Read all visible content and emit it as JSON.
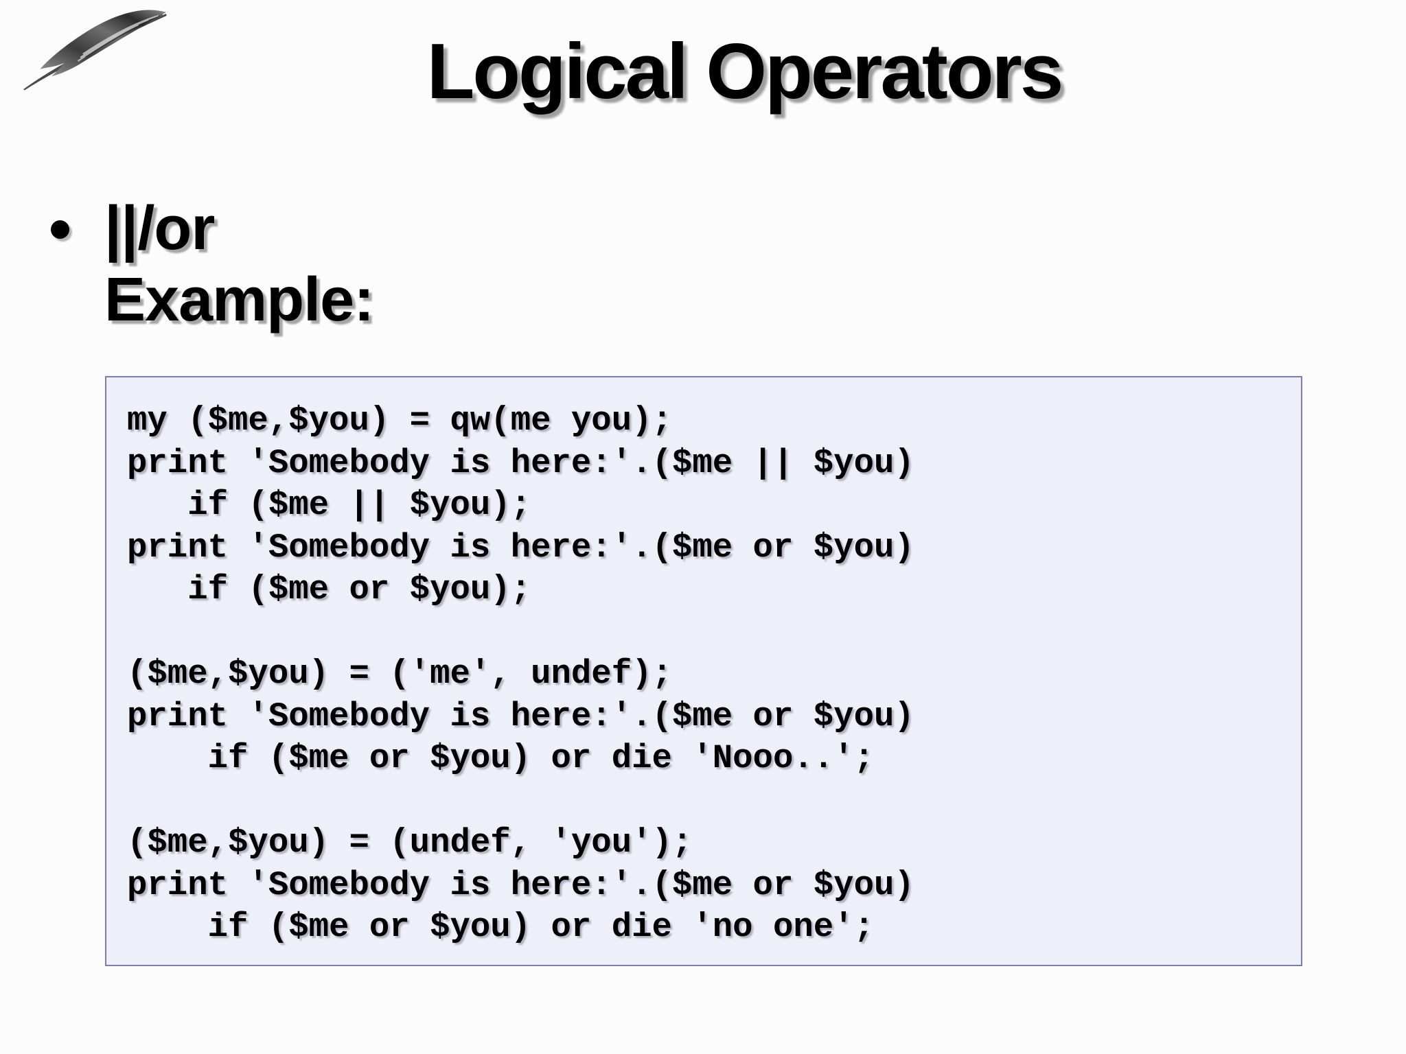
{
  "slide": {
    "title": "Logical Operators",
    "logo_icon": "feather-quill-icon",
    "bullet": {
      "marker": "black-round-bullet",
      "line1": "||/or",
      "line2": "Example:"
    },
    "code": {
      "language": "perl",
      "lines": [
        "my ($me,$you) = qw(me you);",
        "print 'Somebody is here:'.($me || $you)",
        "   if ($me || $you);",
        "print 'Somebody is here:'.($me or $you)",
        "   if ($me or $you);",
        "",
        "($me,$you) = ('me', undef);",
        "print 'Somebody is here:'.($me or $you)",
        "    if ($me or $you) or die 'Nooo..';",
        "",
        "($me,$you) = (undef, 'you');",
        "print 'Somebody is here:'.($me or $you)",
        "    if ($me or $you) or die 'no one';"
      ]
    },
    "colors": {
      "slide_background": "#fcfcfc",
      "text": "#000000",
      "title_shadow": "#9f9f9f",
      "code_box_background": "#edf0f9",
      "code_box_border": "#7e7ab5",
      "code_text_shadow": "#b2b2c0"
    }
  }
}
